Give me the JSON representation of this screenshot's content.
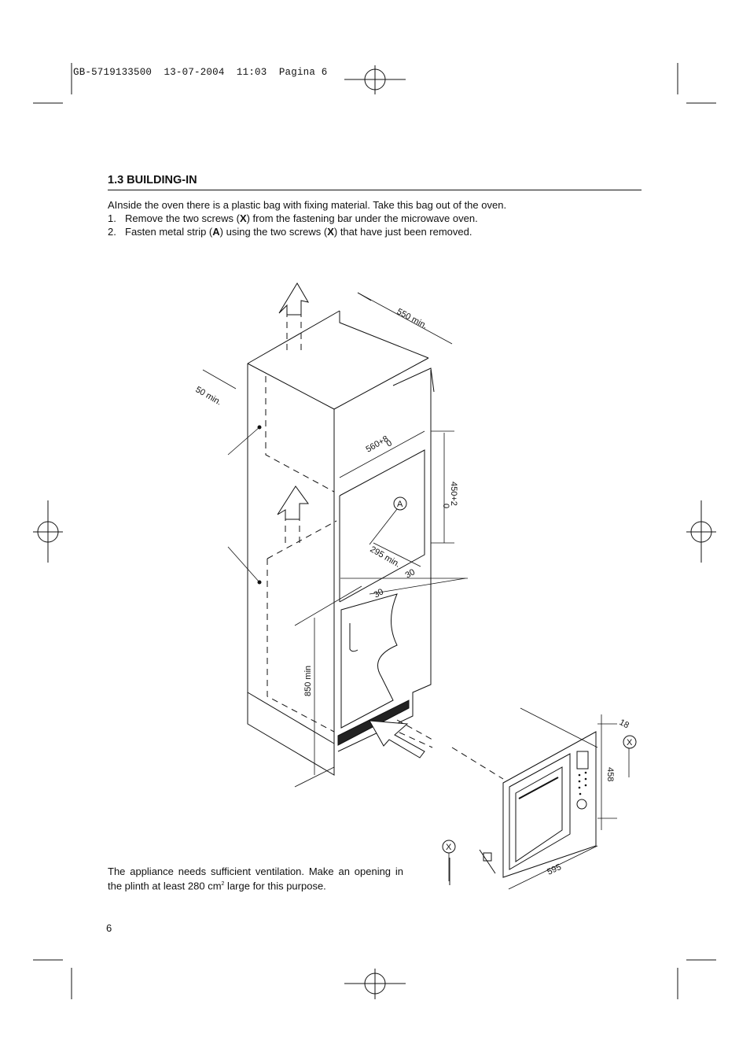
{
  "header": {
    "slug": "GB-5719133500  13-07-2004  11:03  Pagina 6"
  },
  "section": {
    "title": "1.3 BUILDING-IN",
    "intro": "AInside the oven there is a plastic bag with fixing material. Take this bag out of the oven.",
    "steps": [
      {
        "num": "1.",
        "pre": "Remove the two screws (",
        "code": "X",
        "post": ") from the fastening bar under the microwave oven."
      },
      {
        "num": "2.",
        "pre": "Fasten metal strip (",
        "code": "A",
        "mid": ") using the two screws (",
        "code2": "X",
        "post": ") that have just been removed."
      }
    ]
  },
  "diagram": {
    "dims": {
      "depth": "550 min.",
      "gap": "50 min.",
      "width": "560+8",
      "width_tol": "0",
      "height": "450+2",
      "height_tol": "0",
      "strip": "295 min.",
      "side_left": "30",
      "side_right": "30",
      "floor": "850 min",
      "oven_depth": "18",
      "oven_height": "458",
      "oven_width": "595"
    },
    "markers": {
      "strip": "A",
      "screw_right": "X",
      "screw_left": "X"
    }
  },
  "vent_note": {
    "pre": "The appliance needs sufficient ventilation. Make an opening in the plinth at least 280 cm",
    "sup": "2",
    "post": " large for this purpose."
  },
  "page_number": "6"
}
